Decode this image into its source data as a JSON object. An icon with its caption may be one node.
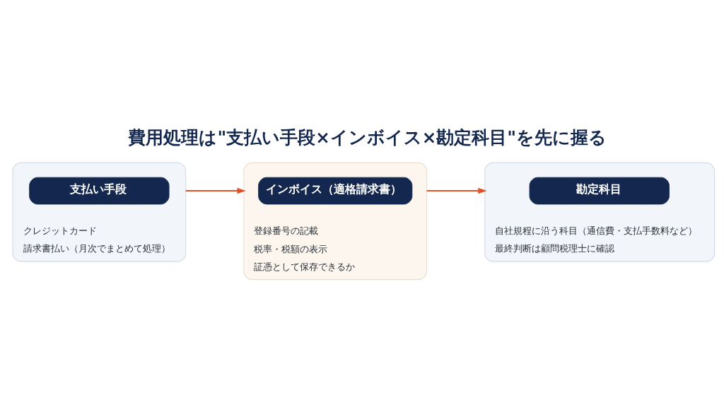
{
  "diagram": {
    "title": "費用処理は\"支払い手段×インボイス×勘定科目\"を先に握る",
    "nodes": [
      {
        "text": [
          "クレジットカード",
          "請求書払い（月次でまとめて処理）"
        ]
      },
      {
        "text": [
          "支払い手段"
        ],
        "in": 0
      },
      {
        "text": [
          "登録番号の記載",
          "税率・税額の表示",
          "証憑として保存できるか"
        ]
      },
      {
        "text": [
          "インボイス（適格請求書）"
        ],
        "in": 2
      },
      {
        "text": [
          "自社規程に沿う科目（通信費・支払手数料など）",
          "最終判断は顧問税理士に確認"
        ]
      },
      {
        "text": [
          "勘定科目"
        ],
        "in": 4
      }
    ],
    "edges": [
      {
        "from": 0,
        "to": 2,
        "arrow": "to"
      },
      {
        "from": 2,
        "to": 4,
        "arrow": "to"
      }
    ]
  }
}
